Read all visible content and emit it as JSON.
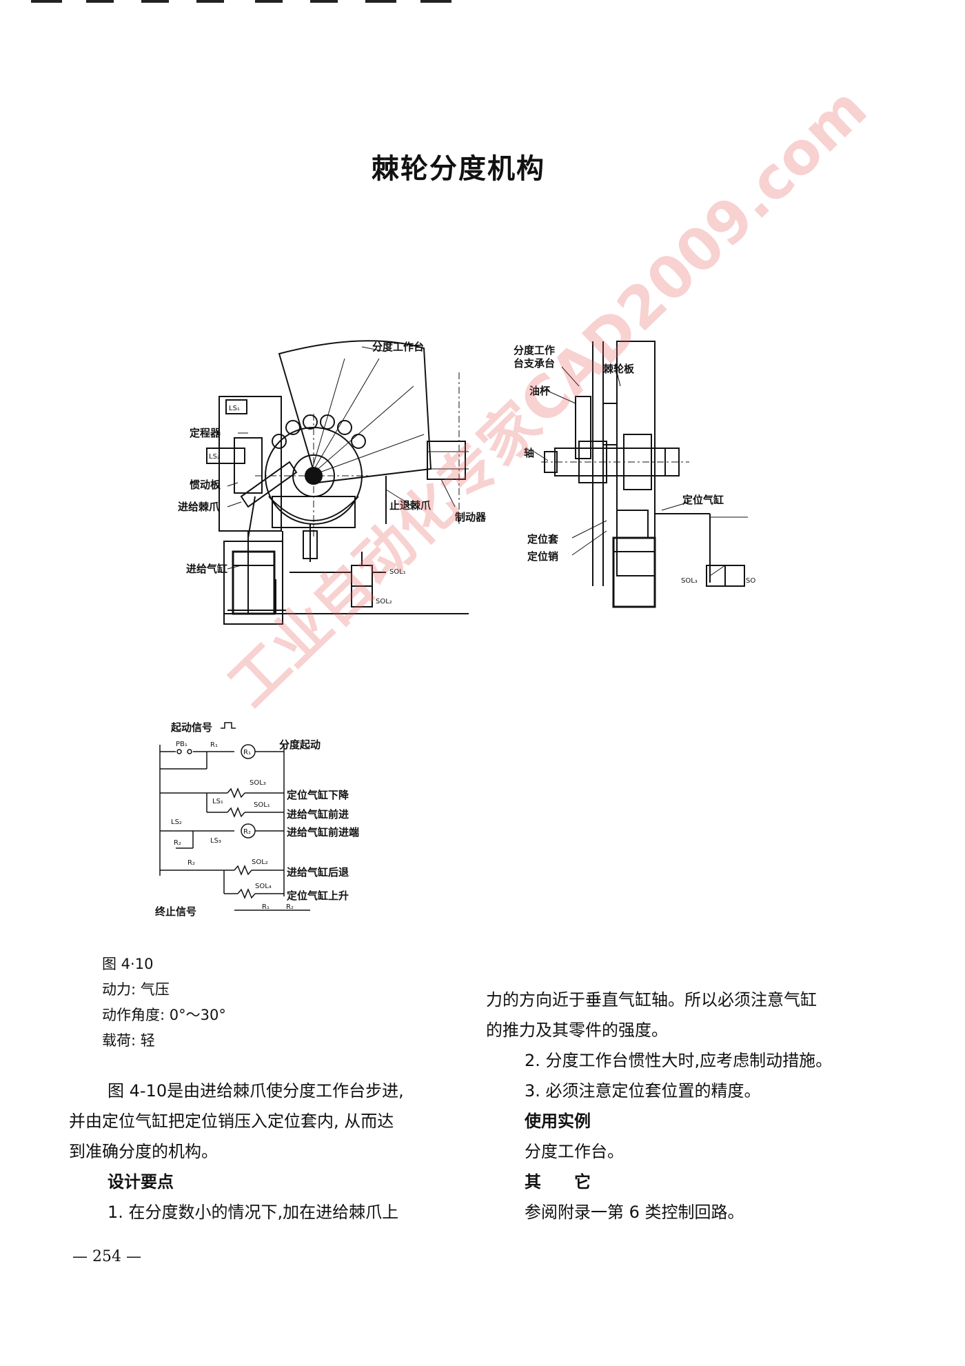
{
  "title": "棘轮分度机构",
  "figure_labels": {
    "index_table": "分度工作台",
    "ls1": "LS₁",
    "positioner": "定程器",
    "ls2": "LS₂",
    "inertia_plate": "惯动板",
    "feed_pawl": "进给棘爪",
    "stop_pawl": "止退棘爪",
    "brake": "制动器",
    "feed_cylinder": "进给气缸",
    "sol1": "SOL₁",
    "sol2": "SOL₂",
    "support": "分度工作\n台支承台",
    "ratchet_plate": "棘轮板",
    "oil_cup": "油杯",
    "shaft": "轴",
    "locating_cylinder": "定位气缸",
    "locating_sleeve": "定位套",
    "locating_pin": "定位销",
    "sol3": "SOL₃",
    "sol4": "SO"
  },
  "circuit_labels": {
    "start_signal": "起动信号",
    "pb1": "PB₁",
    "r1": "R₁",
    "r1_coil": "R₁",
    "index_start": "分度起动",
    "sol3": "SOL₃",
    "ls1": "LS₁",
    "sol1": "SOL₁",
    "lower_locating_cyl": "定位气缸下降",
    "feed_forward": "进给气缸前进",
    "ls2": "LS₂",
    "ls3": "LS₃",
    "r2": "R₂",
    "r2_coil": "R₂",
    "feed_front_end": "进给气缸前进端",
    "r2b": "R₂",
    "sol2": "SOL₂",
    "feed_retract": "进给气缸后退",
    "sol4": "SOL₄",
    "raise_locating_cyl": "定位气缸上升",
    "end_signal": "终止信号",
    "h1": "R₁",
    "h2": "R₂"
  },
  "caption": {
    "figure": "图 4·10",
    "power": "动力: 气压",
    "angle": "动作角度: 0°～30°",
    "load": "载荷: 轻"
  },
  "left_column": [
    "图 4-10是由进给棘爪使分度工作台步进,",
    "并由定位气缸把定位销压入定位套内, 从而达",
    "到准确分度的机构。",
    "设计要点",
    "1. 在分度数小的情况下,加在进给棘爪上"
  ],
  "right_column": [
    "力的方向近于垂直气缸轴。所以必须注意气缸",
    "的推力及其零件的强度。",
    "2. 分度工作台惯性大时,应考虑制动措施。",
    "3. 必须注意定位套位置的精度。",
    "使用实例",
    "分度工作台。",
    "其　　它",
    "参阅附录一第 6 类控制回路。"
  ],
  "page_number": "— 254 —",
  "watermark": "工业自动化专家CAD2009.com"
}
